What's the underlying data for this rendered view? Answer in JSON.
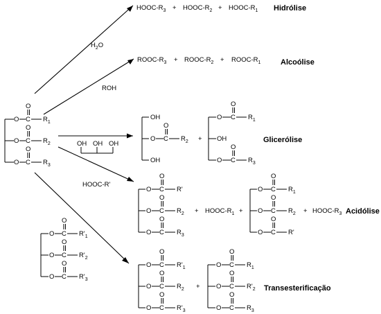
{
  "reactions": {
    "hidrolise": {
      "title": "Hidrólise",
      "reagent": "H₂O",
      "products": "HOOC-R₃ + HOOC-R₂ + HOOC-R₁"
    },
    "alcoolise": {
      "title": "Alcoólise",
      "reagent": "ROH",
      "products": "ROOC-R₃ + ROOC-R₂ + ROOC-R₁"
    },
    "glicerolise": {
      "title": "Glicerólise",
      "reagent": "glicerol",
      "products": "monoglicerídeo + diglicerídeo"
    },
    "acidolise": {
      "title": "Acidólise",
      "reagent": "HOOC-R'",
      "products": "triglicerídeo (R', R₂, R₃) + HOOC-R₁ + triglicerídeo (R₁, R₂, R') + HOOC-R₃"
    },
    "transesterificacao": {
      "title": "Transesterificação",
      "reagent": "triglicerídeo (R'₁, R'₂, R'₃)",
      "products": "triglicerídeo (R'₁, R₂, R'₃) + triglicerídeo (R₁, R'₂, R₃)"
    }
  },
  "tokens": {
    "plus": "+",
    "ring_O": "O",
    "carbonyl_O": "O",
    "C": "C",
    "OH": "OH",
    "R": "R",
    "Rp": "R'",
    "HOOC": "HOOC-R",
    "ROOC": "ROOC-R",
    "H2O_H": "H",
    "H2O_O": "O",
    "ROH": "ROH",
    "HOOC_Rp": "HOOC-R'",
    "sub1": "1",
    "sub2": "2",
    "sub3": "3"
  }
}
